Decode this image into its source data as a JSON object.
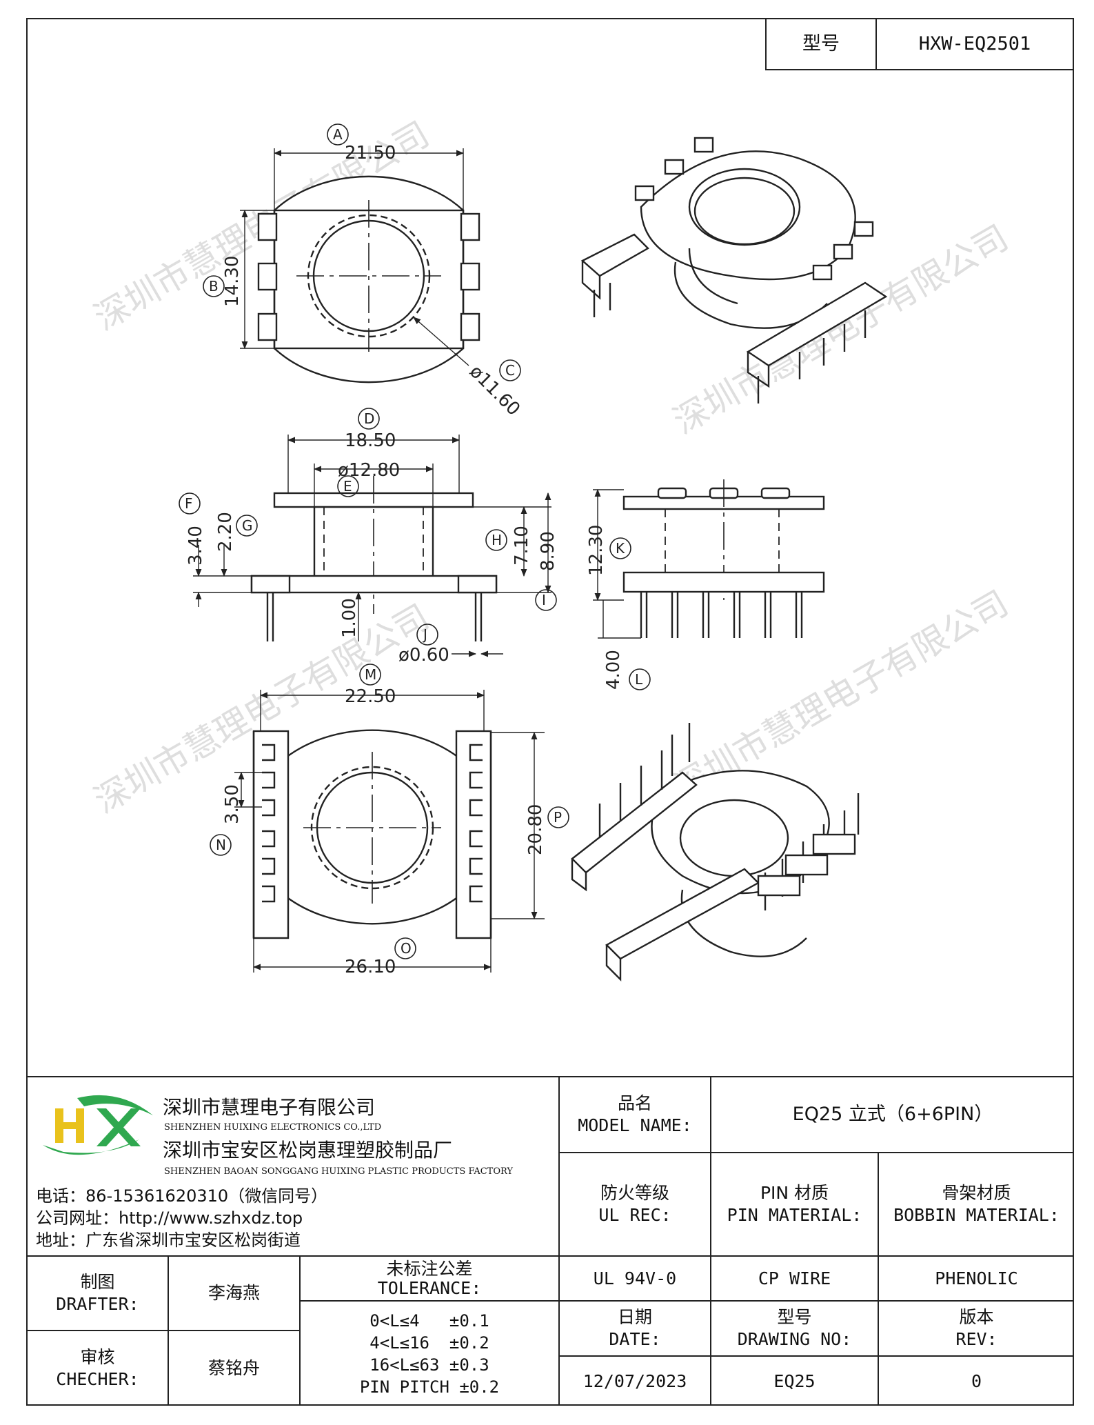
{
  "header": {
    "model_label": "型号",
    "model_value": "HXW-EQ2501"
  },
  "watermark": "深圳市慧理电子有限公司",
  "drawing": {
    "view_top": {
      "dim_width": "21.50",
      "dim_width_tag": "A",
      "dim_height": "14.30",
      "dim_height_tag": "B",
      "dim_dia": "ø11.60",
      "dim_dia_tag": "C"
    },
    "view_front": {
      "dim_top": "18.50",
      "dim_top_tag": "D",
      "dim_inner": "ø12.80",
      "dim_inner_tag": "E",
      "dim_f": "3.40",
      "dim_f_tag": "F",
      "dim_g": "2.20",
      "dim_g_tag": "G",
      "dim_h": "7.10",
      "dim_h_tag": "H",
      "dim_i": "8.90",
      "dim_i_tag": "I",
      "dim_pin_len": "1.00",
      "dim_pin_dia": "ø0.60",
      "dim_pin_dia_tag": "J"
    },
    "view_side": {
      "dim_k": "12.30",
      "dim_k_tag": "K",
      "dim_l": "4.00",
      "dim_l_tag": "L"
    },
    "view_bottom": {
      "dim_m": "22.50",
      "dim_m_tag": "M",
      "dim_n": "3.50",
      "dim_n_tag": "N",
      "dim_p": "20.80",
      "dim_p_tag": "P",
      "dim_o": "26.10",
      "dim_o_tag": "O"
    }
  },
  "company": {
    "logo_text": "HX",
    "name1_cn": "深圳市慧理电子有限公司",
    "name1_en": "SHENZHEN HUIXING ELECTRONICS CO.,LTD",
    "name2_cn": "深圳市宝安区松岗惠理塑胶制品厂",
    "name2_en": "SHENZHEN BAOAN SONGGANG HUIXING PLASTIC PRODUCTS FACTORY",
    "phone": "电话：86-15361620310（微信同号）",
    "website": "公司网址：http://www.szhxdz.top",
    "address": "地址：广东省深圳市宝安区松岗街道"
  },
  "title_block": {
    "model_name_cn": "品名",
    "model_name_en": "MODEL NAME:",
    "model_name_value": "EQ25 立式（6+6PIN）",
    "ul_rec_cn": "防火等级",
    "ul_rec_en": "UL REC:",
    "pin_material_cn": "PIN 材质",
    "pin_material_en": "PIN MATERIAL:",
    "bobbin_material_cn": "骨架材质",
    "bobbin_material_en": "BOBBIN MATERIAL:",
    "ul_value": "UL 94V-0",
    "pin_value": "CP WIRE",
    "bobbin_value": "PHENOLIC",
    "drafter_cn": "制图",
    "drafter_en": "DRAFTER:",
    "drafter_name": "李海燕",
    "checker_cn": "审核",
    "checker_en": "CHECHER:",
    "checker_name": "蔡铭舟",
    "tolerance_cn": "未标注公差",
    "tolerance_en": "TOLERANCE:",
    "tolerance_lines": [
      "0<L≤4   ±0.1",
      "4<L≤16  ±0.2",
      "16<L≤63 ±0.3",
      "PIN PITCH ±0.2"
    ],
    "date_cn": "日期",
    "date_en": "DATE:",
    "date_value": "12/07/2023",
    "drawing_no_cn": "型号",
    "drawing_no_en": "DRAWING NO:",
    "drawing_no_value": "EQ25",
    "rev_cn": "版本",
    "rev_en": "REV:",
    "rev_value": "0"
  },
  "colors": {
    "logo_green": "#2fa84f",
    "logo_yellow": "#e9c21c",
    "line": "#222222"
  }
}
